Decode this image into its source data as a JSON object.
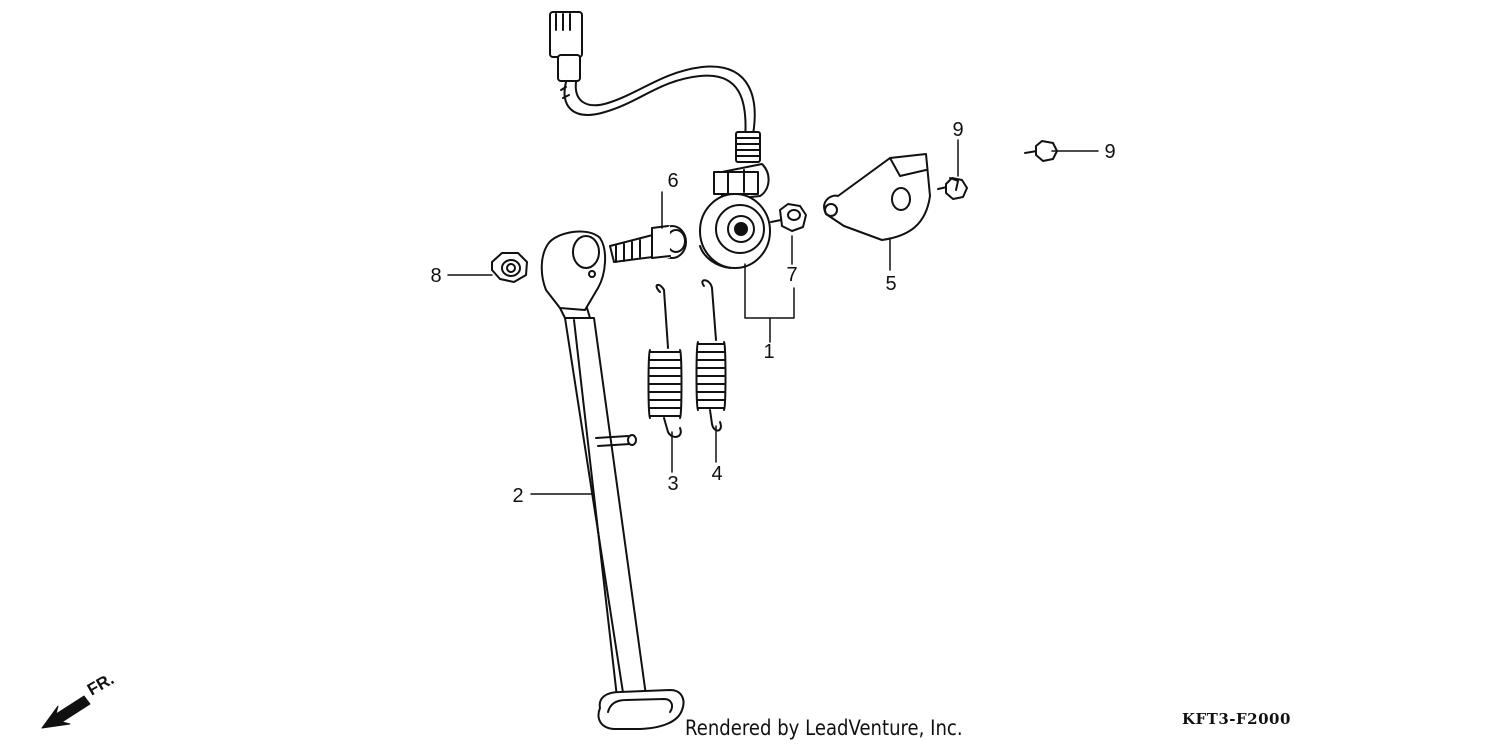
{
  "callouts": {
    "p1": "1",
    "p2": "2",
    "p3": "3",
    "p4": "4",
    "p5": "5",
    "p6": "6",
    "p7": "7",
    "p8": "8",
    "p9a": "9",
    "p9b": "9"
  },
  "direction_label": "FR.",
  "footer": {
    "credit": "Rendered by LeadVenture, Inc.",
    "code": "KFT3-F2000"
  }
}
